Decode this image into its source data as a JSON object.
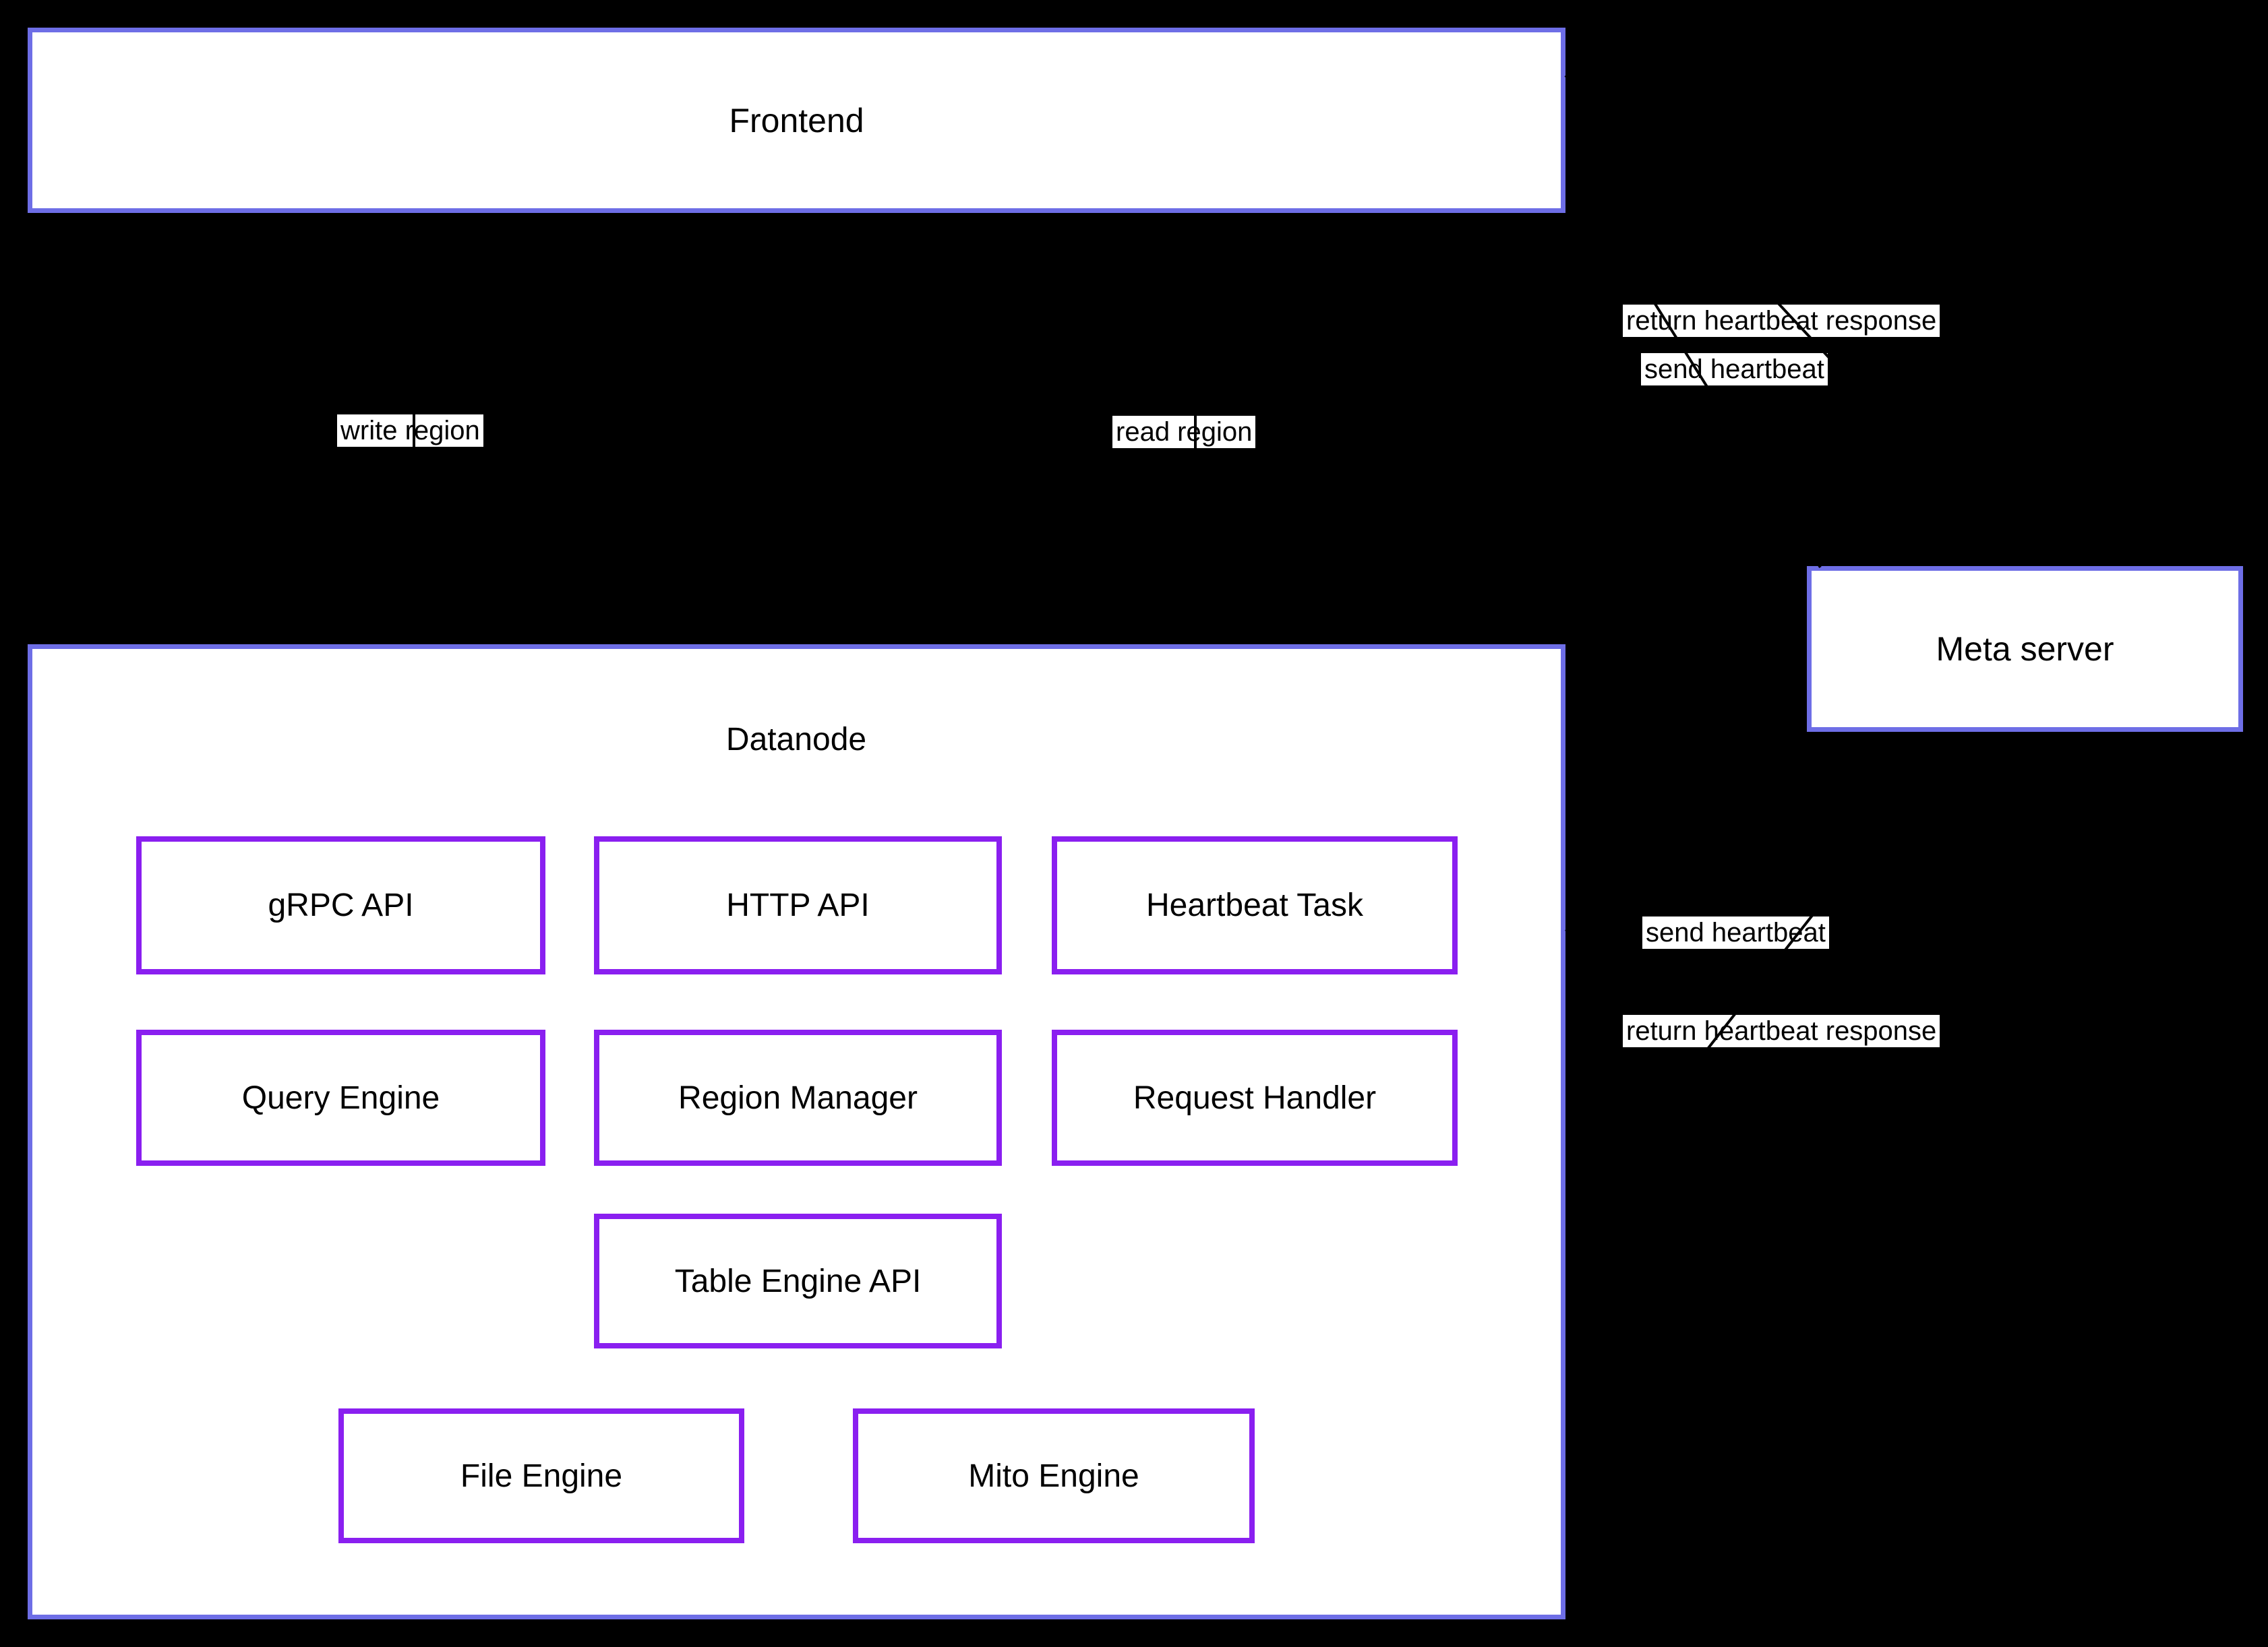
{
  "diagram": {
    "nodes": {
      "frontend": {
        "label": "Frontend"
      },
      "datanode": {
        "label": "Datanode"
      },
      "meta_server": {
        "label": "Meta server"
      },
      "grpc_api": {
        "label": "gRPC API"
      },
      "http_api": {
        "label": "HTTP API"
      },
      "heartbeat_task": {
        "label": "Heartbeat Task"
      },
      "query_engine": {
        "label": "Query Engine"
      },
      "region_manager": {
        "label": "Region Manager"
      },
      "request_handler": {
        "label": "Request Handler"
      },
      "table_engine_api": {
        "label": "Table Engine API"
      },
      "file_engine": {
        "label": "File Engine"
      },
      "mito_engine": {
        "label": "Mito Engine"
      }
    },
    "edge_labels": {
      "write_region": "write region",
      "read_region": "read region",
      "send_heartbeat_frontend": "send heartbeat",
      "return_heartbeat_frontend": "return heartbeat response",
      "send_heartbeat_datanode": "send heartbeat",
      "return_heartbeat_datanode": "return heartbeat response"
    },
    "colors": {
      "background": "#000000",
      "node_fill": "#ffffff",
      "outer_border": "#6e6ee6",
      "inner_border": "#8a1ff0",
      "text": "#000000",
      "arrow": "#000000"
    }
  }
}
